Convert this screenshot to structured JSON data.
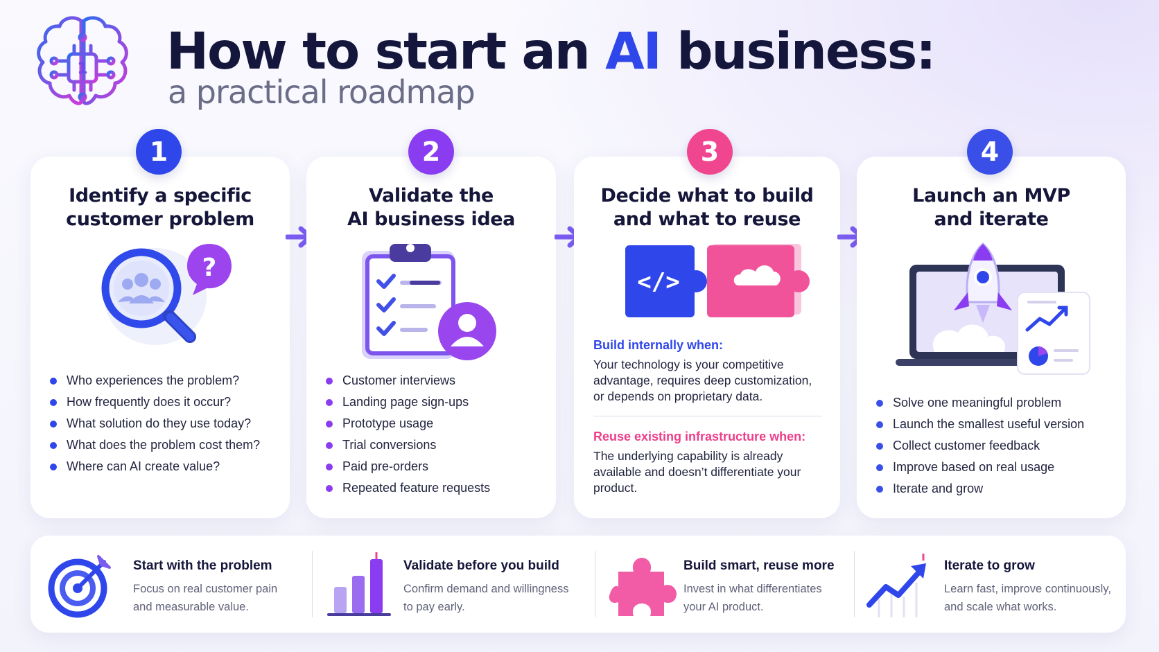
{
  "header": {
    "title_pre": "How to start an ",
    "title_ai": "AI",
    "title_post": " business:",
    "subtitle": "a practical roadmap",
    "logo_icon": "brain-chip-icon",
    "logo_chip_label": "1"
  },
  "colors": {
    "blue": "#2f47ea",
    "purple": "#8a3df0",
    "pink": "#f0468f",
    "pink_text": "#ee3d8a",
    "arrow": "#7a5cf0"
  },
  "steps": [
    {
      "number": "1",
      "title": "Identify a specific\ncustomer problem",
      "illustration": "magnifier-people-question-icon",
      "question_mark": "?",
      "bullets": [
        "Who experiences the problem?",
        "How frequently does it occur?",
        "What solution do they use today?",
        "What does the problem cost them?",
        "Where can AI create value?"
      ]
    },
    {
      "number": "2",
      "title": "Validate the\nAI business idea",
      "illustration": "clipboard-checklist-user-icon",
      "bullets": [
        "Customer interviews",
        "Landing page sign-ups",
        "Prototype usage",
        "Trial conversions",
        "Paid pre-orders",
        "Repeated feature requests"
      ]
    },
    {
      "number": "3",
      "title": "Decide what to build\nand what to reuse",
      "illustration": "puzzle-code-cloud-icon",
      "code_symbol": "</>",
      "build_heading": "Build internally when:",
      "build_text": "Your technology is your competitive advantage, requires deep customization, or depends on proprietary data.",
      "reuse_heading": "Reuse existing infrastructure when:",
      "reuse_text": "The underlying capability is already available and doesn’t differentiate your product."
    },
    {
      "number": "4",
      "title": "Launch an MVP\nand iterate",
      "illustration": "laptop-rocket-chart-icon",
      "bullets": [
        "Solve one meaningful problem",
        "Launch the smallest useful version",
        "Collect customer feedback",
        "Improve based on real usage",
        "Iterate and grow"
      ]
    }
  ],
  "arrows": [
    "arrow-right-icon",
    "arrow-right-icon",
    "arrow-right-icon"
  ],
  "footer": [
    {
      "icon": "target-icon",
      "title": "Start with the problem",
      "desc": "Focus on real customer pain\nand measurable value."
    },
    {
      "icon": "bar-chart-icon",
      "title": "Validate before you build",
      "desc": "Confirm demand and willingness\nto pay early."
    },
    {
      "icon": "puzzle-piece-icon",
      "title": "Build smart, reuse more",
      "desc": "Invest in what differentiates\nyour AI product."
    },
    {
      "icon": "trend-up-icon",
      "title": "Iterate to grow",
      "desc": "Learn fast, improve continuously,\nand scale what works."
    }
  ]
}
